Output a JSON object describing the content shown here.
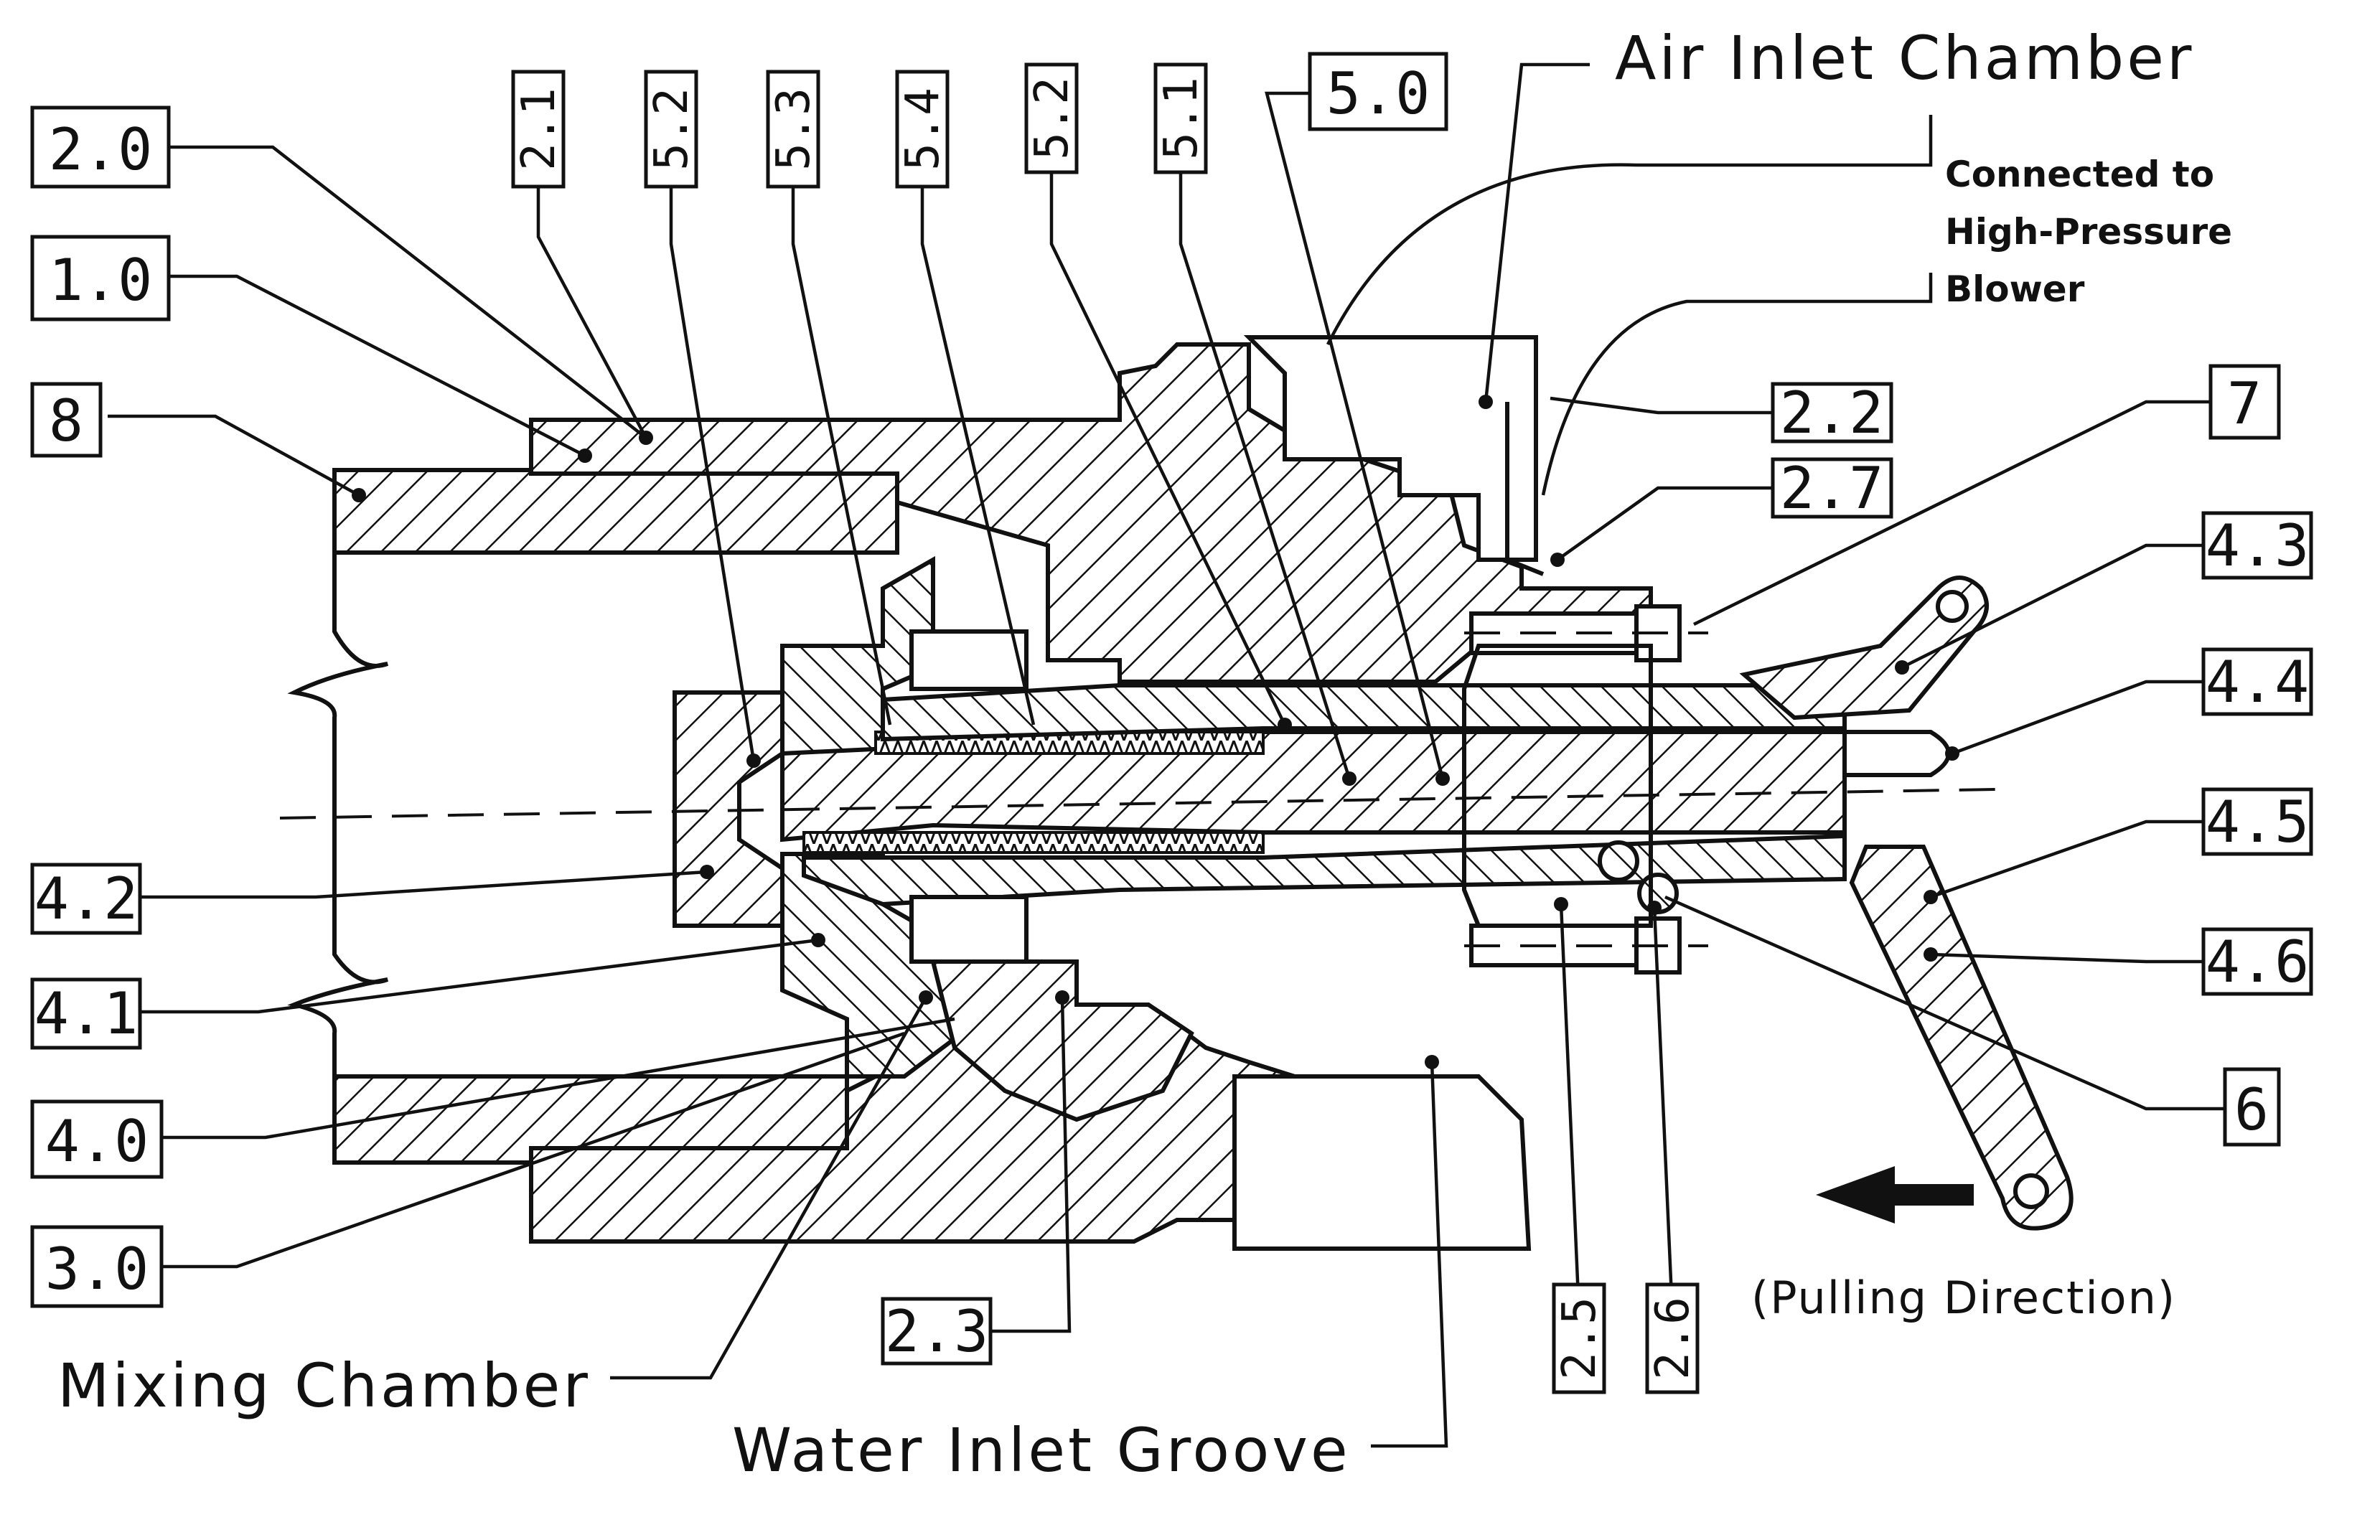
{
  "labels": {
    "l_2_0": "2.0",
    "l_1_0": "1.0",
    "l_8": "8",
    "l_4_2": "4.2",
    "l_4_1": "4.1",
    "l_4_0": "4.0",
    "l_3_0": "3.0",
    "l_2_1": "2.1",
    "l_5_2a": "5.2",
    "l_5_3": "5.3",
    "l_5_4": "5.4",
    "l_5_2b": "5.2",
    "l_5_1": "5.1",
    "l_5_0": "5.0",
    "l_2_2": "2.2",
    "l_2_7": "2.7",
    "l_7": "7",
    "l_4_3": "4.3",
    "l_4_4": "4.4",
    "l_4_5": "4.5",
    "l_4_6": "4.6",
    "l_6": "6",
    "l_2_3": "2.3",
    "l_2_5": "2.5",
    "l_2_6": "2.6"
  },
  "annotations": {
    "air_inlet": "Air Inlet Chamber",
    "connected_1": "Connected to",
    "connected_2": "High-Pressure",
    "connected_3": "Blower",
    "mixing": "Mixing Chamber",
    "water_inlet": "Water Inlet Groove",
    "pulling": "(Pulling Direction)"
  }
}
